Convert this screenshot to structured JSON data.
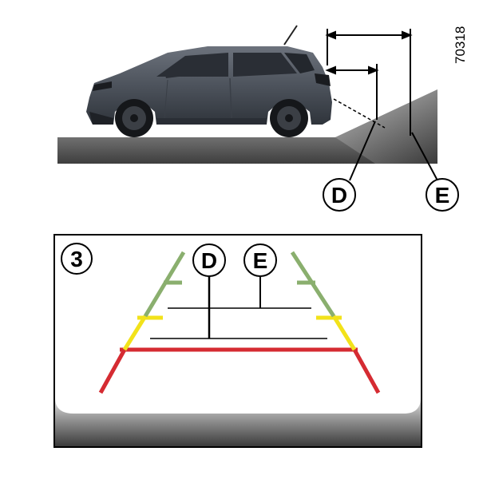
{
  "reference_code": "70318",
  "callouts": {
    "d": "D",
    "e": "E"
  },
  "screen": {
    "number": "3",
    "callouts": {
      "d": "D",
      "e": "E"
    }
  },
  "colors": {
    "green_zone": "#8aaf6e",
    "yellow_zone": "#f2e21a",
    "red_zone": "#d52b32",
    "ground": "#4a4a4a",
    "car_body": "#4f5560",
    "line": "#000000"
  }
}
